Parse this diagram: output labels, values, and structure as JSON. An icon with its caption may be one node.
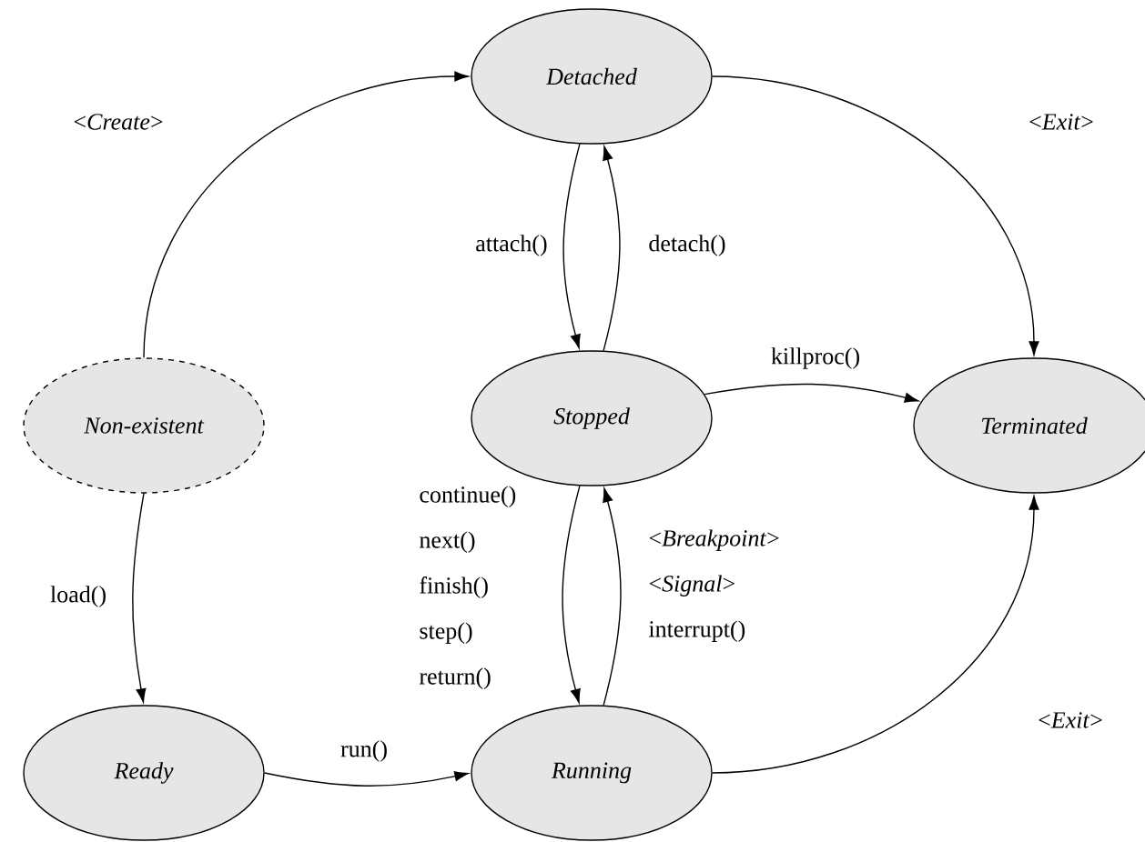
{
  "diagram": {
    "nodes": [
      {
        "text": [
          "Detached"
        ]
      },
      {
        "text": [
          "Non-existent"
        ]
      },
      {
        "text": [
          "Stopped"
        ]
      },
      {
        "text": [
          "Terminated"
        ]
      },
      {
        "text": [
          "Ready"
        ]
      },
      {
        "text": [
          "Running"
        ]
      }
    ],
    "edges": [
      {
        "from": 1,
        "to": 0,
        "arrow": "to",
        "label": "<*Create*>"
      },
      {
        "from": 0,
        "to": 3,
        "arrow": "to",
        "label": "<*Exit*>"
      },
      {
        "from": 0,
        "to": 2,
        "arrow": "to",
        "label": "attach()"
      },
      {
        "from": 2,
        "to": 0,
        "arrow": "to",
        "label": "detach()"
      },
      {
        "from": 2,
        "to": 3,
        "arrow": "to",
        "label": "killproc()"
      },
      {
        "from": 1,
        "to": 4,
        "arrow": "to",
        "label": "load()"
      },
      {
        "from": 2,
        "to": 5,
        "arrow": "to",
        "label": "continue() next() finish() step() return()"
      },
      {
        "from": 5,
        "to": 2,
        "arrow": "to",
        "label": "<*Breakpoint*> <*Signal*> interrupt()"
      },
      {
        "from": 4,
        "to": 5,
        "arrow": "to",
        "label": "run()"
      },
      {
        "from": 5,
        "to": 3,
        "arrow": "to",
        "label": "<*Exit*>"
      }
    ]
  }
}
